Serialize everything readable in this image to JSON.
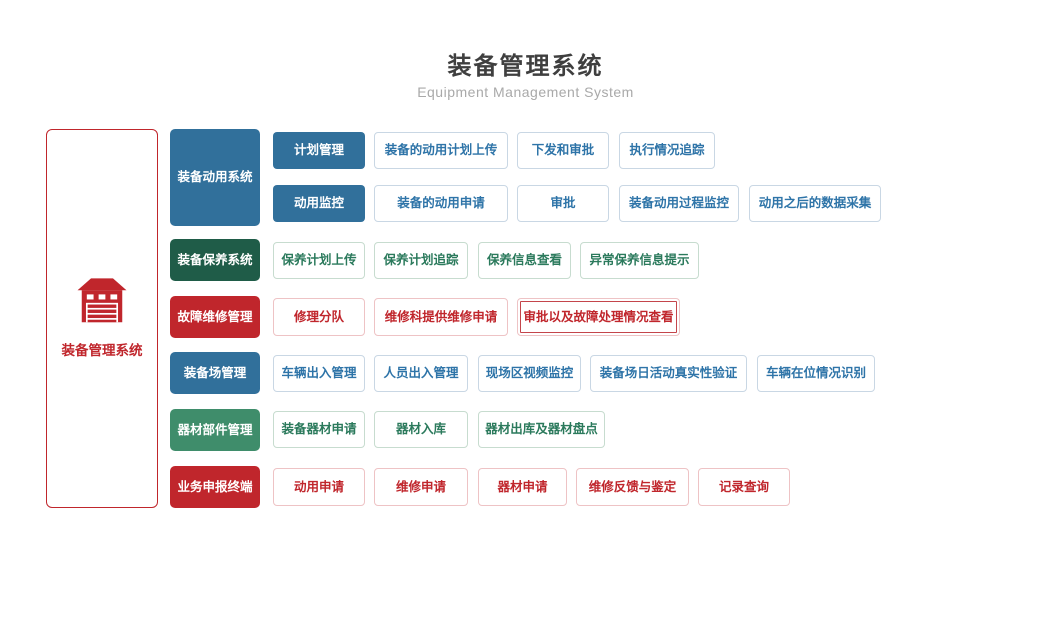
{
  "page": {
    "title": "装备管理系统",
    "subtitle": "Equipment Management System"
  },
  "root": {
    "label": "装备管理系统",
    "icon": "warehouse-icon"
  },
  "colors": {
    "blue": "#31709b",
    "dark_green": "#1f5c48",
    "mid_green": "#3f8d6b",
    "red": "#c0262c",
    "title_gray": "#3f3f3f",
    "subtitle_gray": "#a9a9a9"
  },
  "modules": [
    {
      "label": "装备动用系统",
      "color": "blue",
      "groups": [
        {
          "label": "计划管理",
          "items": [
            "装备的动用计划上传",
            "下发和审批",
            "执行情况追踪"
          ]
        },
        {
          "label": "动用监控",
          "items": [
            "装备的动用申请",
            "审批",
            "装备动用过程监控",
            "动用之后的数据采集"
          ]
        }
      ]
    },
    {
      "label": "装备保养系统",
      "color": "dark_green",
      "items": [
        "保养计划上传",
        "保养计划追踪",
        "保养信息查看",
        "异常保养信息提示"
      ]
    },
    {
      "label": "故障维修管理",
      "color": "red",
      "items": [
        "修理分队",
        "维修科提供维修申请",
        "审批以及故障处理情况查看"
      ]
    },
    {
      "label": "装备场管理",
      "color": "blue",
      "items": [
        "车辆出入管理",
        "人员出入管理",
        "现场区视频监控",
        "装备场日活动真实性验证",
        "车辆在位情况识别"
      ]
    },
    {
      "label": "器材部件管理",
      "color": "mid_green",
      "items": [
        "装备器材申请",
        "器材入库",
        "器材出库及器材盘点"
      ]
    },
    {
      "label": "业务申报终端",
      "color": "red",
      "items": [
        "动用申请",
        "维修申请",
        "器材申请",
        "维修反馈与鉴定",
        "记录查询"
      ]
    }
  ]
}
